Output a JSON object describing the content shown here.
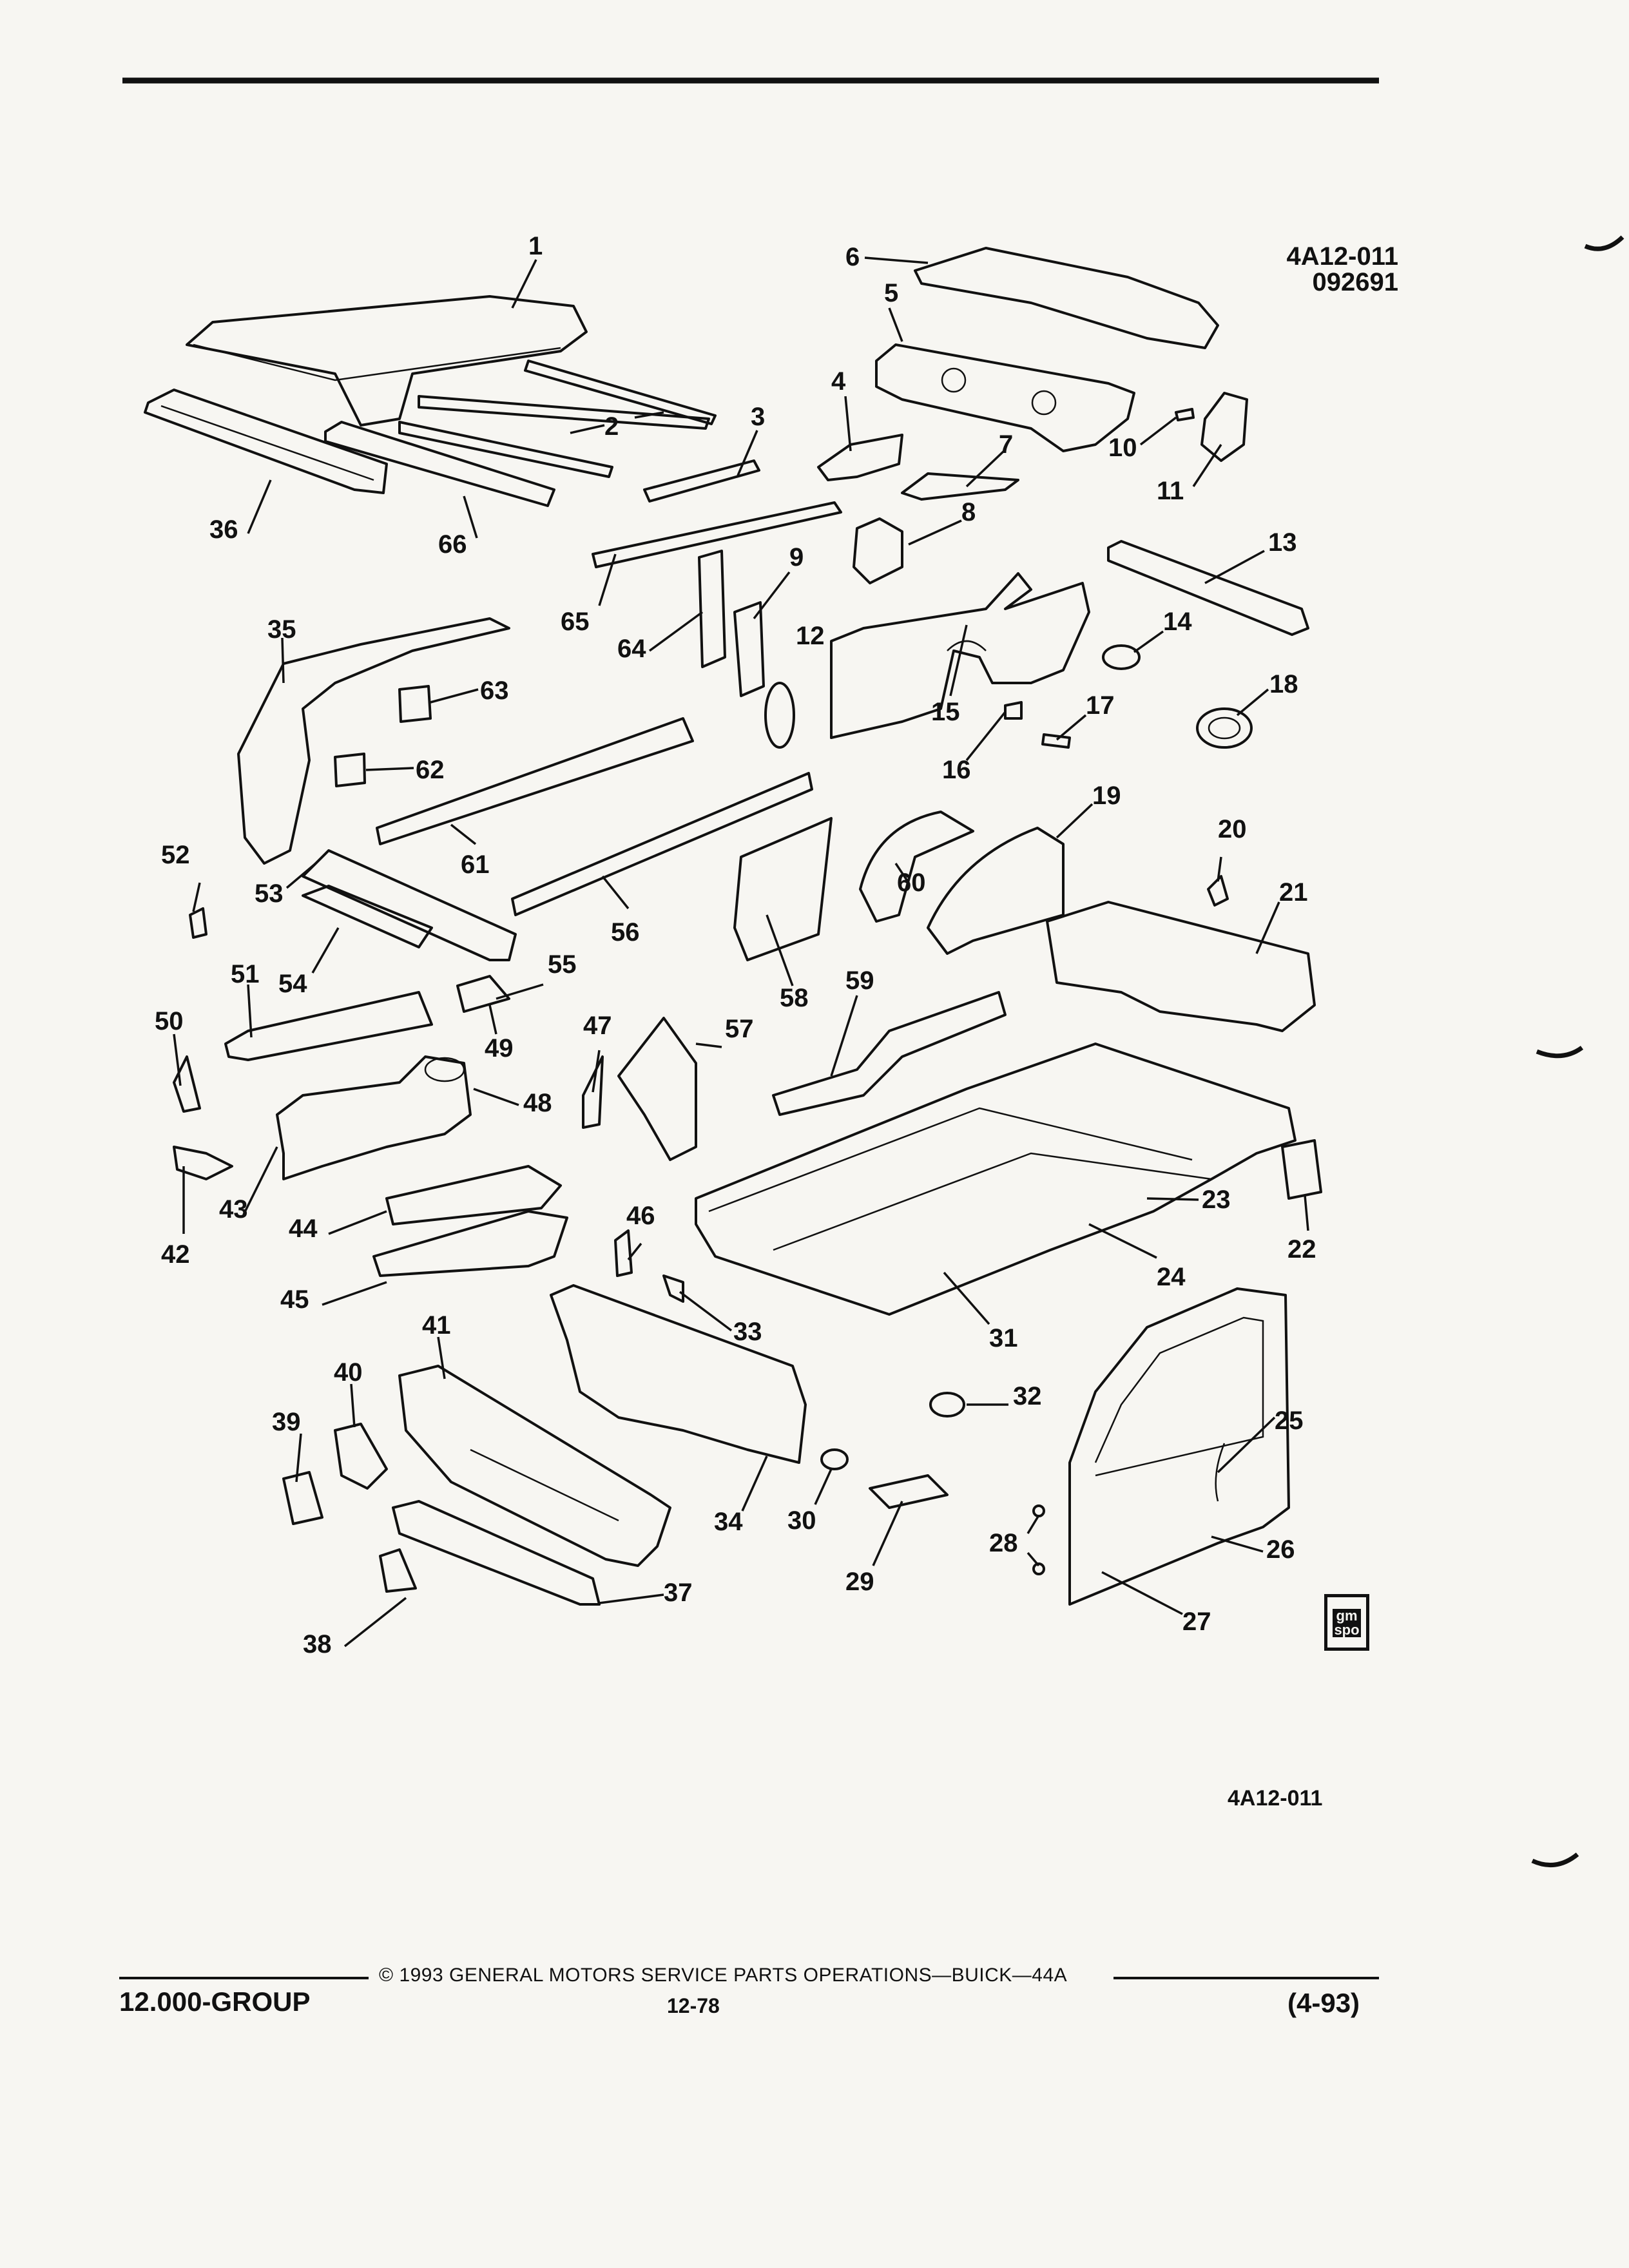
{
  "figure": {
    "code_top": [
      "4A12-011",
      "092691"
    ],
    "code_bottom": "4A12-011"
  },
  "callouts": [
    "1",
    "2",
    "3",
    "4",
    "5",
    "6",
    "7",
    "8",
    "9",
    "10",
    "11",
    "12",
    "13",
    "14",
    "15",
    "16",
    "17",
    "18",
    "19",
    "20",
    "21",
    "22",
    "23",
    "24",
    "25",
    "26",
    "27",
    "28",
    "29",
    "30",
    "31",
    "32",
    "33",
    "34",
    "35",
    "36",
    "37",
    "38",
    "39",
    "40",
    "41",
    "42",
    "43",
    "44",
    "45",
    "46",
    "47",
    "48",
    "49",
    "50",
    "51",
    "52",
    "53",
    "54",
    "55",
    "56",
    "57",
    "58",
    "59",
    "60",
    "61",
    "62",
    "63",
    "64",
    "65",
    "66"
  ],
  "footer": {
    "copyright": "©  1993  GENERAL MOTORS SERVICE PARTS OPERATIONS—BUICK—44A",
    "group": "12.000-GROUP",
    "page": "12-78",
    "revision": "(4-93)"
  },
  "logo": {
    "text": "gm spo"
  }
}
